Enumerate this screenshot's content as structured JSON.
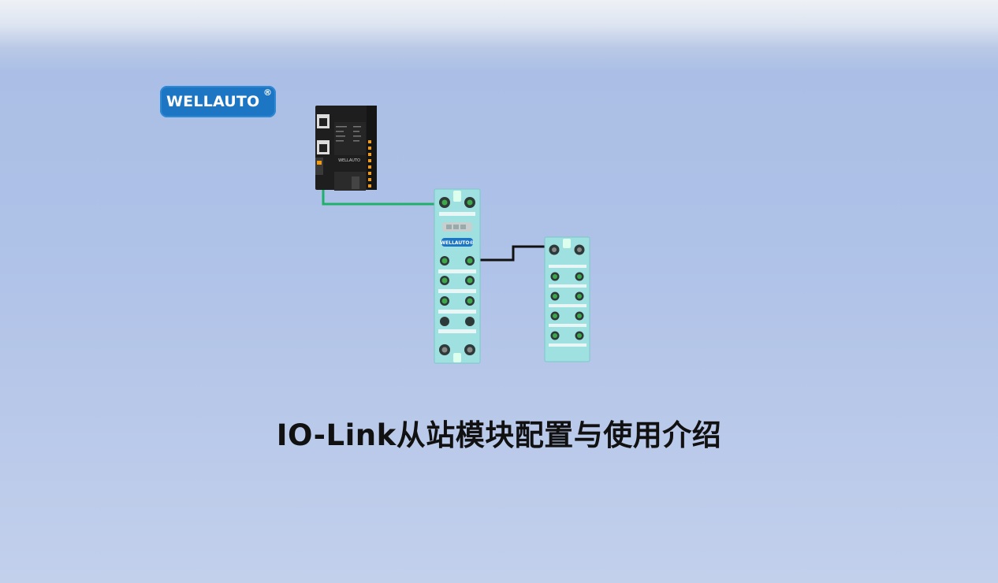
{
  "logo": {
    "text": "WELLAUTO",
    "mark": "®"
  },
  "title": "IO-Link从站模块配置与使用介绍",
  "devices": {
    "controller": {
      "brand": "WELLAUTO"
    },
    "master": {
      "brand": "WELLAUTO®"
    }
  },
  "colors": {
    "logo_bg": "#1d76c3",
    "ethernet_cable": "#1fb06a",
    "iolink_cable": "#111111",
    "module_body": "#9fe0e0",
    "connector_green": "#3da84a"
  }
}
